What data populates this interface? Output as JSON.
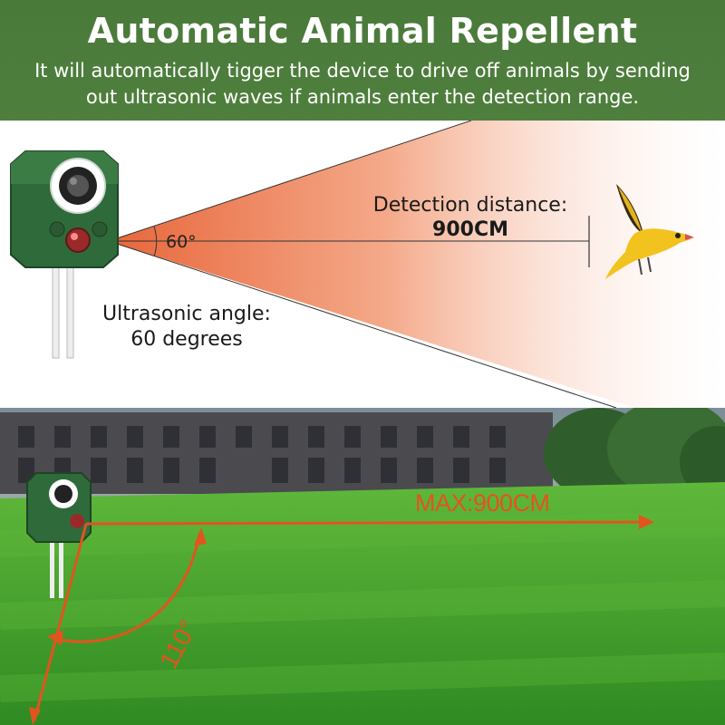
{
  "header": {
    "title": "Automatic Animal Repellent",
    "subtitle": "It will automatically tigger the device to drive off animals by sending out ultrasonic waves if animals enter the detection range."
  },
  "top_panel": {
    "detection_label": "Detection distance:",
    "detection_value": "900CM",
    "angle_small": "60°",
    "angle_label_line1": "Ultrasonic angle:",
    "angle_label_line2": "60 degrees"
  },
  "bottom_panel": {
    "max_label": "MAX:900CM",
    "angle_label": "110°"
  },
  "colors": {
    "header_green": "#4f7f3d",
    "accent_orange": "#e2541e",
    "device_green": "#2f6b3a",
    "grass_green": "#3f9a2c"
  }
}
